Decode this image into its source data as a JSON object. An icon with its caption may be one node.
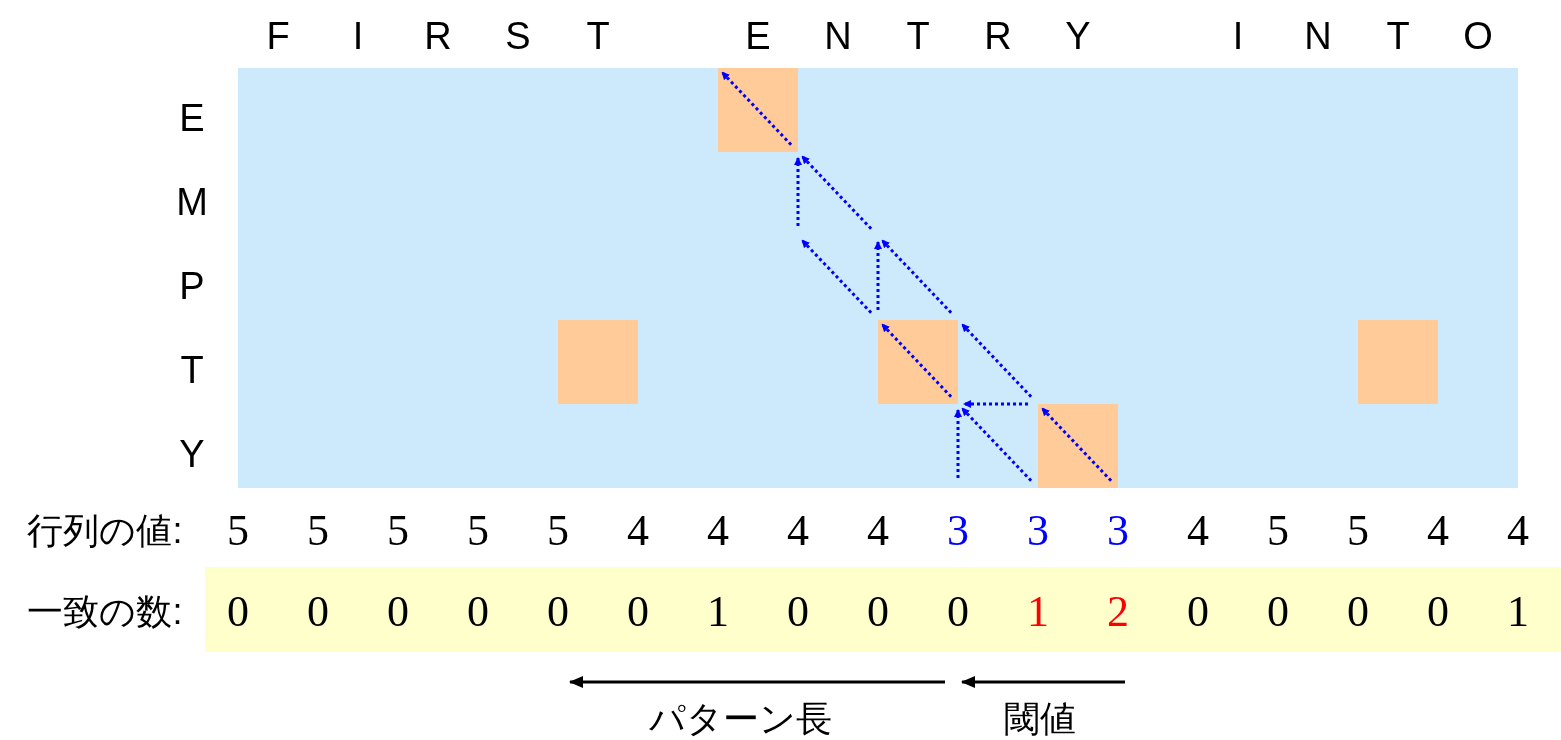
{
  "diagram": {
    "labels": [
      "F",
      "I",
      "R",
      "S",
      "T",
      "E",
      "N",
      "T",
      "R",
      "Y",
      "I",
      "N",
      "T",
      "O",
      "E",
      "M",
      "P",
      "T",
      "Y",
      "行列の値:",
      "5",
      "5",
      "5",
      "5",
      "5",
      "4",
      "4",
      "4",
      "4",
      "3",
      "3",
      "3",
      "4",
      "5",
      "5",
      "4",
      "4",
      "一致の数:",
      "0",
      "0",
      "0",
      "0",
      "0",
      "0",
      "1",
      "0",
      "0",
      "0",
      "1",
      "2",
      "0",
      "0",
      "0",
      "0",
      "1",
      "パターン長",
      "閾値"
    ]
  }
}
